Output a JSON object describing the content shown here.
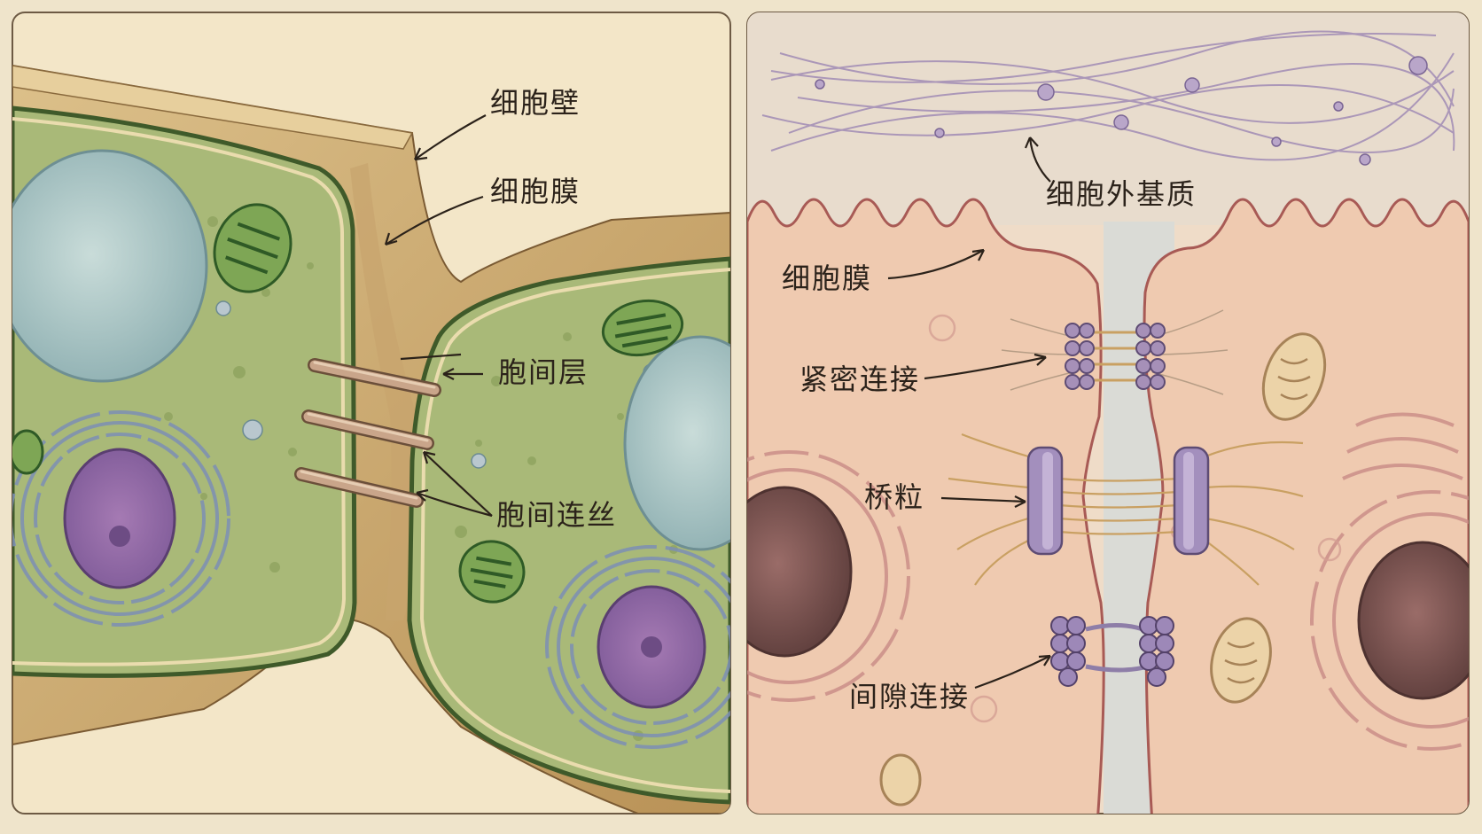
{
  "plant_panel": {
    "labels": {
      "cell_wall": "细胞壁",
      "cell_membrane": "细胞膜",
      "middle_lamella": "胞间层",
      "plasmodesmata": "胞间连丝"
    }
  },
  "animal_panel": {
    "labels": {
      "extracellular_matrix": "细胞外基质",
      "cell_membrane": "细胞膜",
      "tight_junction": "紧密连接",
      "desmosome": "桥粒",
      "gap_junction": "间隙连接"
    }
  },
  "colors": {
    "paper": "#efe4cb",
    "plant_cytoplasm": "#a9b978",
    "cell_wall": "#d2b27c",
    "animal_cytoplasm": "#efcab0",
    "ink": "#2b221a"
  }
}
